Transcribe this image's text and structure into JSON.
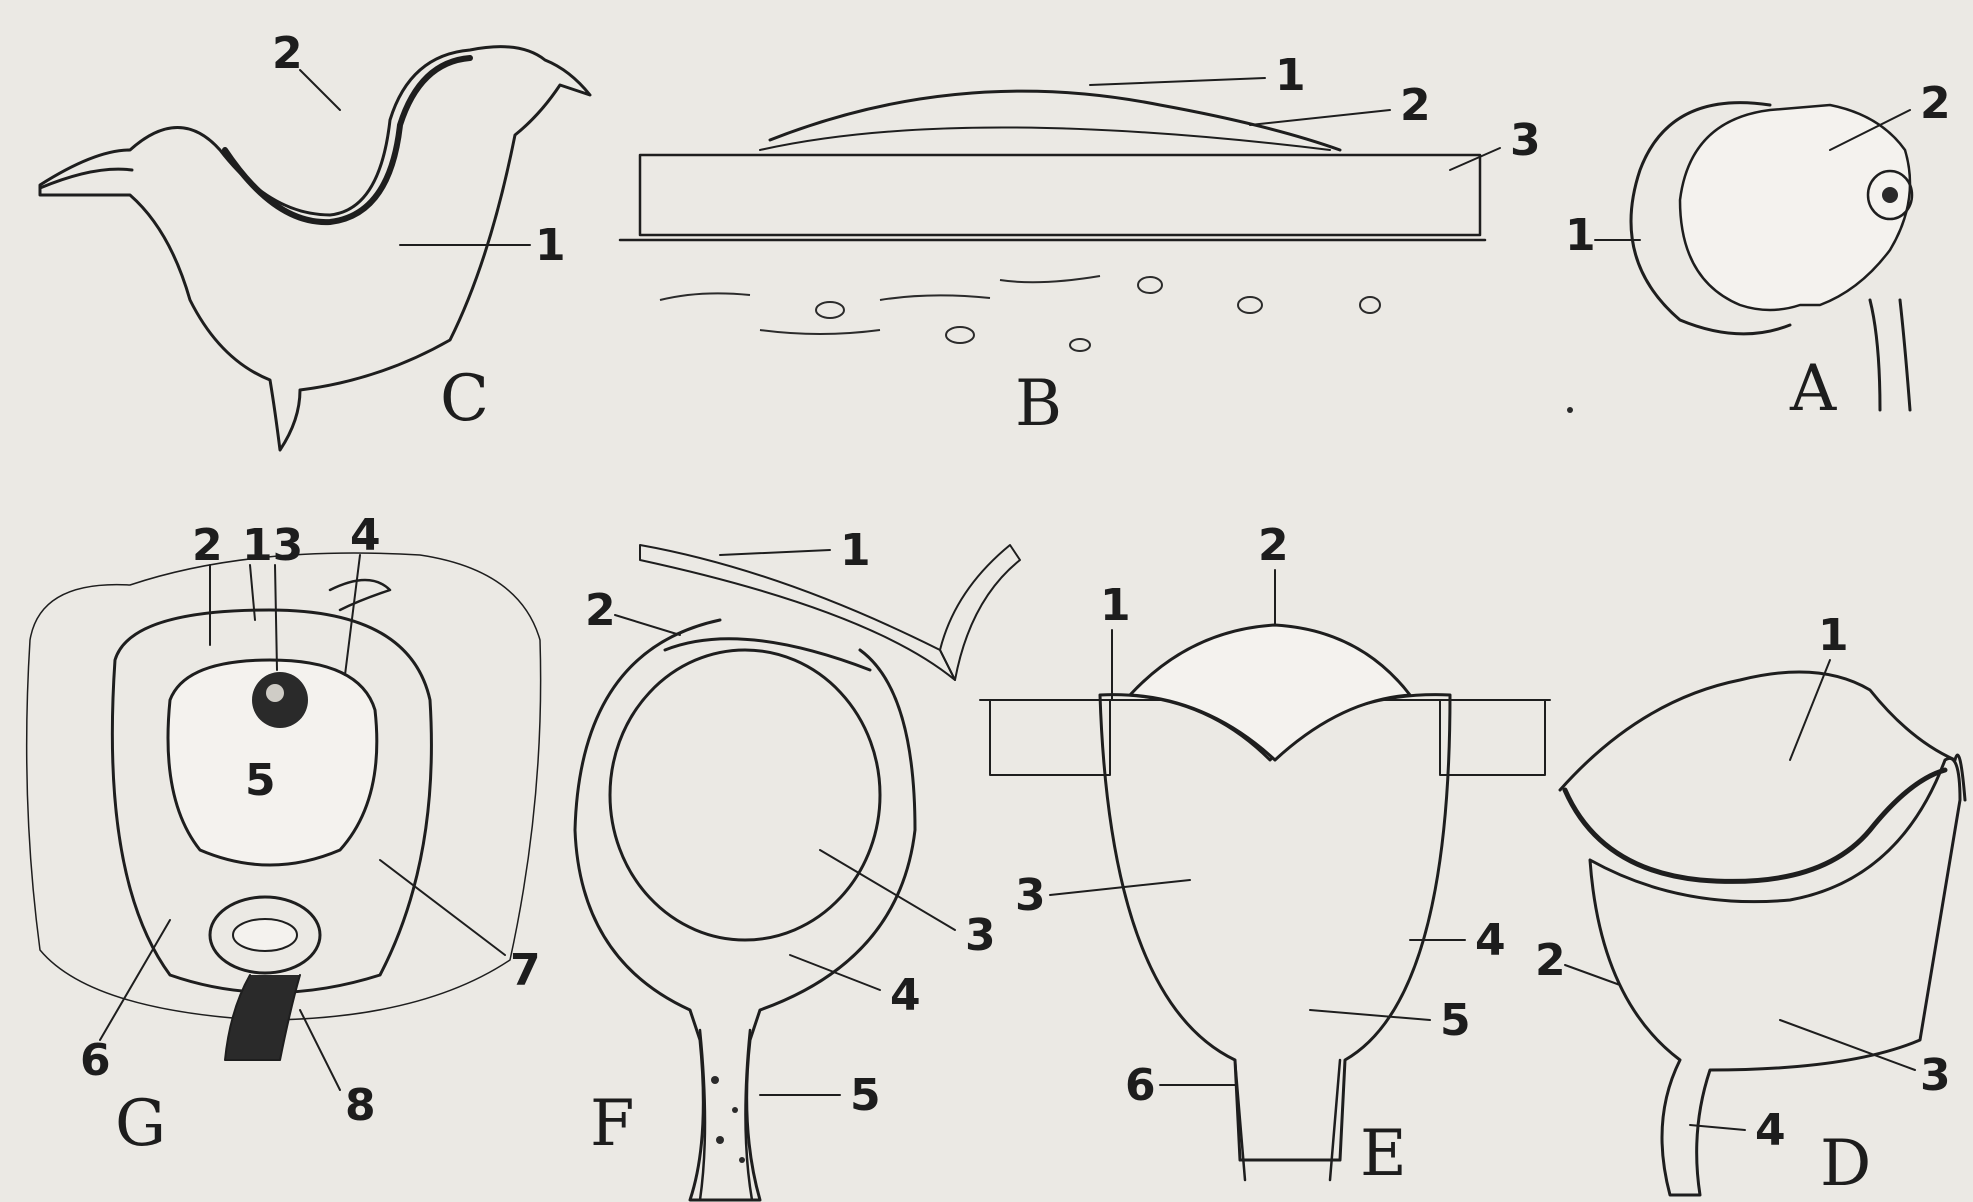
{
  "panels": [
    {
      "id": "A",
      "letter": "A",
      "labels": [
        "1",
        "2"
      ]
    },
    {
      "id": "B",
      "letter": "B",
      "labels": [
        "1",
        "2",
        "3"
      ]
    },
    {
      "id": "C",
      "letter": "C",
      "labels": [
        "1",
        "2"
      ]
    },
    {
      "id": "D",
      "letter": "D",
      "labels": [
        "1",
        "2",
        "3",
        "4"
      ]
    },
    {
      "id": "E",
      "letter": "E",
      "labels": [
        "1",
        "2",
        "3",
        "4",
        "5",
        "6"
      ]
    },
    {
      "id": "F",
      "letter": "F",
      "labels": [
        "1",
        "2",
        "3",
        "4",
        "5"
      ]
    },
    {
      "id": "G",
      "letter": "G",
      "labels": [
        "2",
        "13",
        "4",
        "5",
        "7",
        "6",
        "8"
      ]
    }
  ],
  "ink_color": "#1e1e1e",
  "paper_color": "#ebe9e4"
}
